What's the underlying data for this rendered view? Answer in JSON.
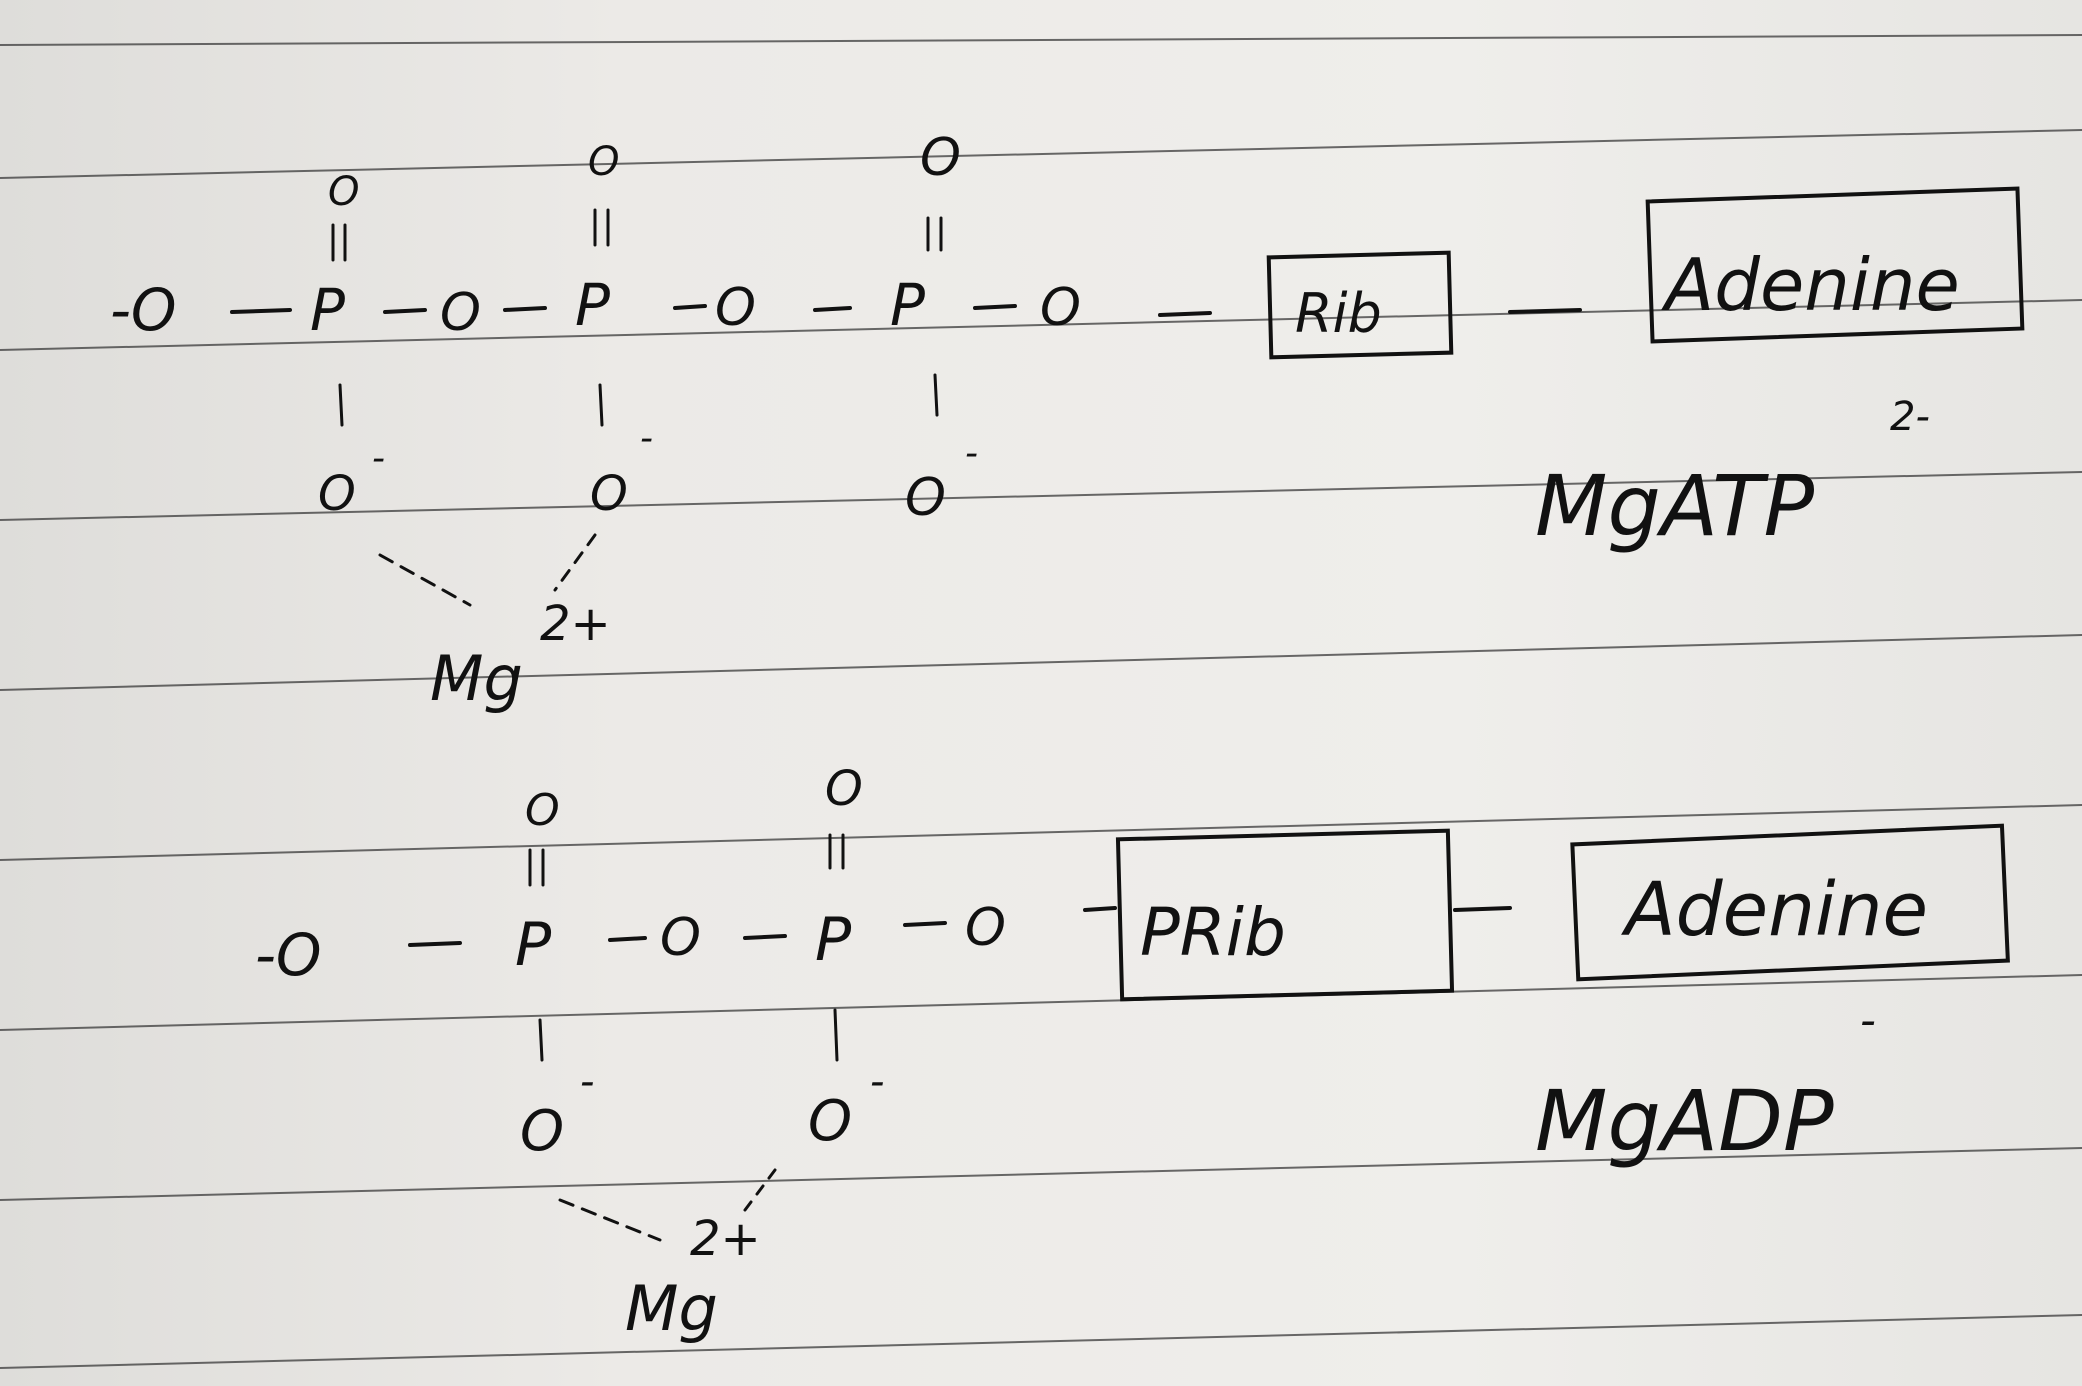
{
  "atp": {
    "left_o": "-O",
    "p1": "P",
    "p2": "P",
    "p3": "P",
    "bridge1": "O",
    "bridge2": "O",
    "bridge3": "O",
    "top1": "O",
    "top2": "O",
    "top3": "O",
    "bottom1": "O",
    "bottom2": "O",
    "bottom3": "O",
    "charge1": "-",
    "charge2": "-",
    "charge3": "-",
    "rib": "Rib",
    "adenine": "Adenine",
    "mg": "Mg",
    "mg_charge": "2+",
    "label": "MgATP",
    "label_charge": "2-"
  },
  "adp": {
    "left_o": "-O",
    "p1": "P",
    "p2": "P",
    "bridge1": "O",
    "bridge2": "O",
    "top1": "O",
    "top2": "O",
    "bottom1": "O",
    "bottom2": "O",
    "charge1": "-",
    "charge2": "-",
    "rib": "PRib",
    "adenine": "Adenine",
    "mg": "Mg",
    "mg_charge": "2+",
    "label": "MgADP",
    "label_charge": "-"
  }
}
